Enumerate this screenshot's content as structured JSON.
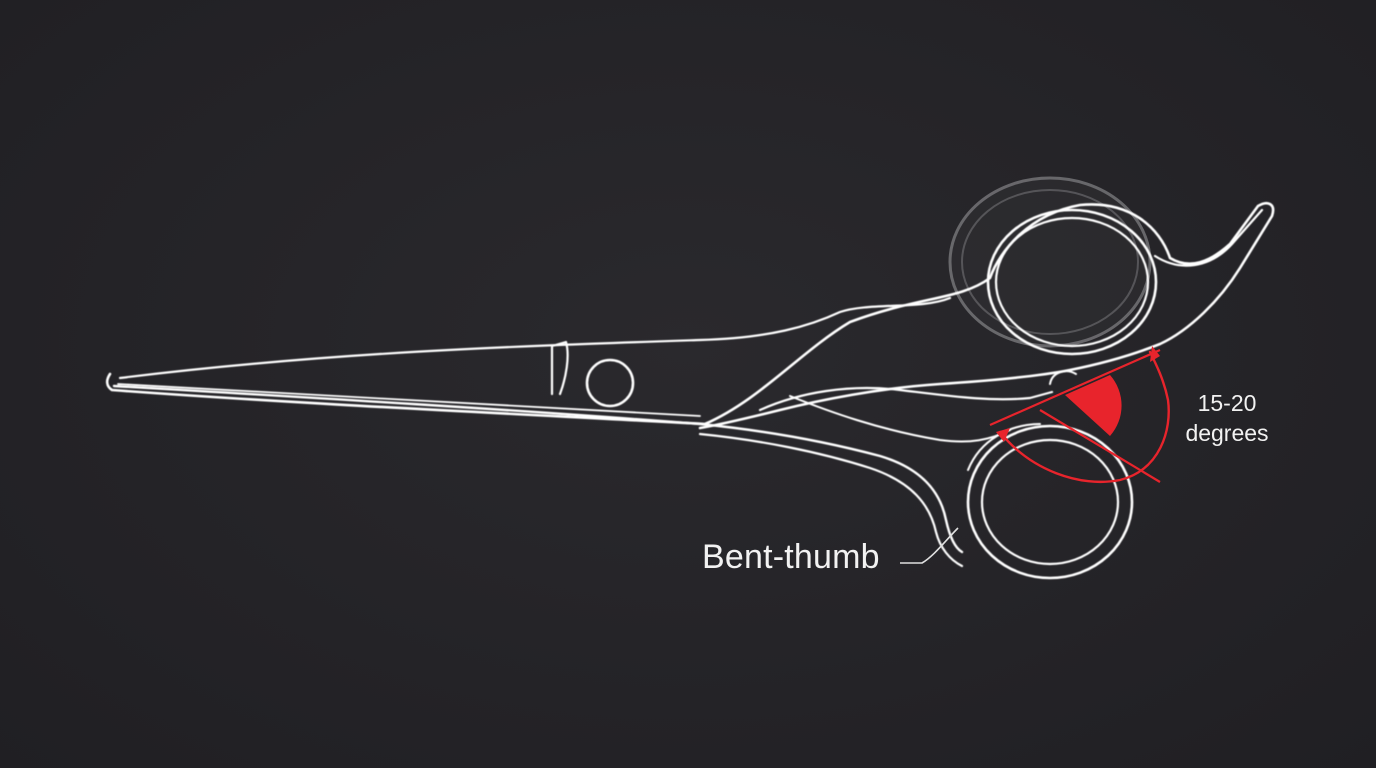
{
  "labels": {
    "thumb_style": "Bent-thumb",
    "angle_value": "15-20",
    "angle_unit": "degrees"
  },
  "colors": {
    "background": "#252428",
    "outline": "#ffffff",
    "accent": "#e8242c",
    "ghost": "#8a8a8c"
  }
}
